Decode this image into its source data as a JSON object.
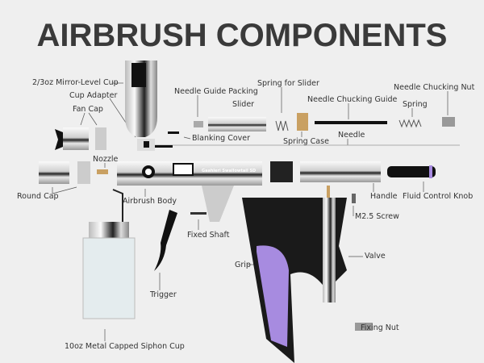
{
  "title": "AIRBRUSH COMPONENTS",
  "brand_text": "Gaahleri Swallowtail SD",
  "labels": {
    "cup": "2/3oz Mirror-Level Cup",
    "cup_adapter": "Cup Adapter",
    "fan_cap": "Fan Cap",
    "needle_guide_packing": "Needle Guide Packing",
    "slider": "Slider",
    "spring_for_slider": "Spring for Slider",
    "needle_chucking_guide": "Needle Chucking Guide",
    "needle_chucking_nut": "Needle Chucking Nut",
    "spring": "Spring",
    "blanking_cover": "Blanking Cover",
    "spring_case": "Spring Case",
    "needle": "Needle",
    "nozzle": "Nozzle",
    "round_cap": "Round Cap",
    "airbrush_body": "Airbrush Body",
    "handle": "Handle",
    "fluid_control_knob": "Fluid Control Knob",
    "m25_screw": "M2.5 Screw",
    "fixed_shaft": "Fixed Shaft",
    "grip": "Grip",
    "valve": "Valve",
    "trigger": "Trigger",
    "fixing_nut": "Fixing Nut",
    "siphon_cup": "10oz Metal Capped Siphon Cup"
  },
  "colors": {
    "title": "#3a3a3a",
    "grip_accent": "#a78be0",
    "brass": "#c9a062"
  }
}
